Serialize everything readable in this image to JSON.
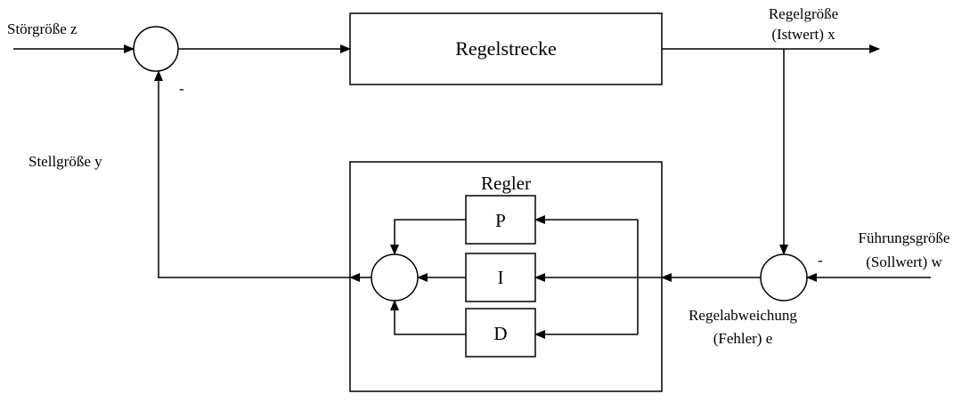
{
  "labels": {
    "disturbance": "Störgröße z",
    "plant": "Regelstrecke",
    "controlled_var_line1": "Regelgröße",
    "controlled_var_line2": "(Istwert) x",
    "manipulated_var": "Stellgröße y",
    "controller": "Regler",
    "p_block": "P",
    "i_block": "I",
    "d_block": "D",
    "reference_line1": "Führungsgröße",
    "reference_line2": "(Sollwert) w",
    "error_line1": "Regelabweichung",
    "error_line2": "(Fehler) e",
    "minus_top": "-",
    "minus_right": "-"
  }
}
